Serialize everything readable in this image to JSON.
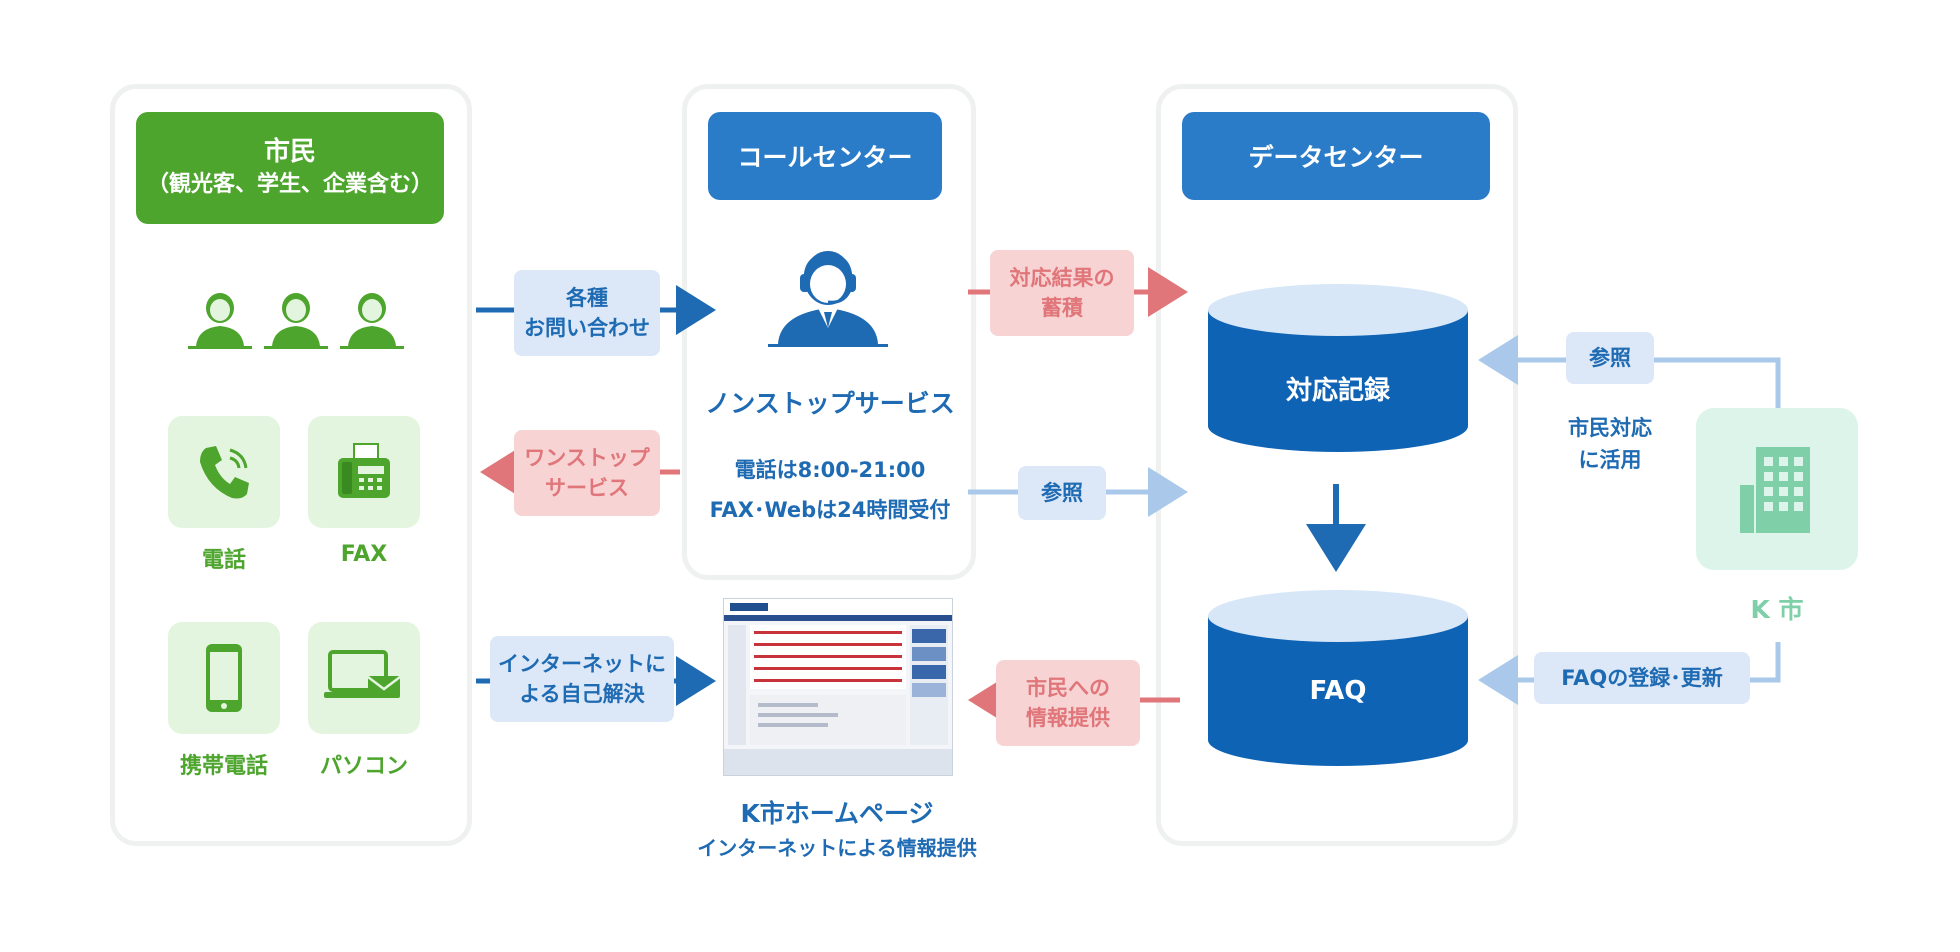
{
  "citizen": {
    "title": "市民",
    "subtitle": "（観光客、学生、企業含む）",
    "channels": [
      {
        "label": "電話",
        "icon": "phone-icon"
      },
      {
        "label": "FAX",
        "icon": "fax-icon"
      },
      {
        "label": "携帯電話",
        "icon": "mobile-phone-icon"
      },
      {
        "label": "パソコン",
        "icon": "laptop-mail-icon"
      }
    ]
  },
  "call_center": {
    "title": "コールセンター",
    "service": "ノンストップサービス",
    "hours_phone": "電話は8:00-21:00",
    "hours_web": "FAX･Webは24時間受付"
  },
  "data_center": {
    "title": "データセンター",
    "records": "対応記録",
    "faq": "FAQ"
  },
  "city": {
    "name": "K 市",
    "usage_line1": "市民対応",
    "usage_line2": "に活用"
  },
  "homepage": {
    "title": "K市ホームページ",
    "subtitle": "インターネットによる情報提供"
  },
  "arrows": {
    "inquiry_line1": "各種",
    "inquiry_line2": "お問い合わせ",
    "onestop_line1": "ワンストップ",
    "onestop_line2": "サービス",
    "self_solve_line1": "インターネットに",
    "self_solve_line2": "よる自己解決",
    "accumulate_line1": "対応結果の",
    "accumulate_line2": "蓄積",
    "refer_cc": "参照",
    "refer_city": "参照",
    "provide_line1": "市民への",
    "provide_line2": "情報提供",
    "faq_update": "FAQの登録･更新"
  },
  "colors": {
    "green": "#4ea52e",
    "blue": "#2a7cc8",
    "dark_blue": "#1f6bb3",
    "pink": "#e0767a",
    "light_blue": "#a9c8ea"
  }
}
